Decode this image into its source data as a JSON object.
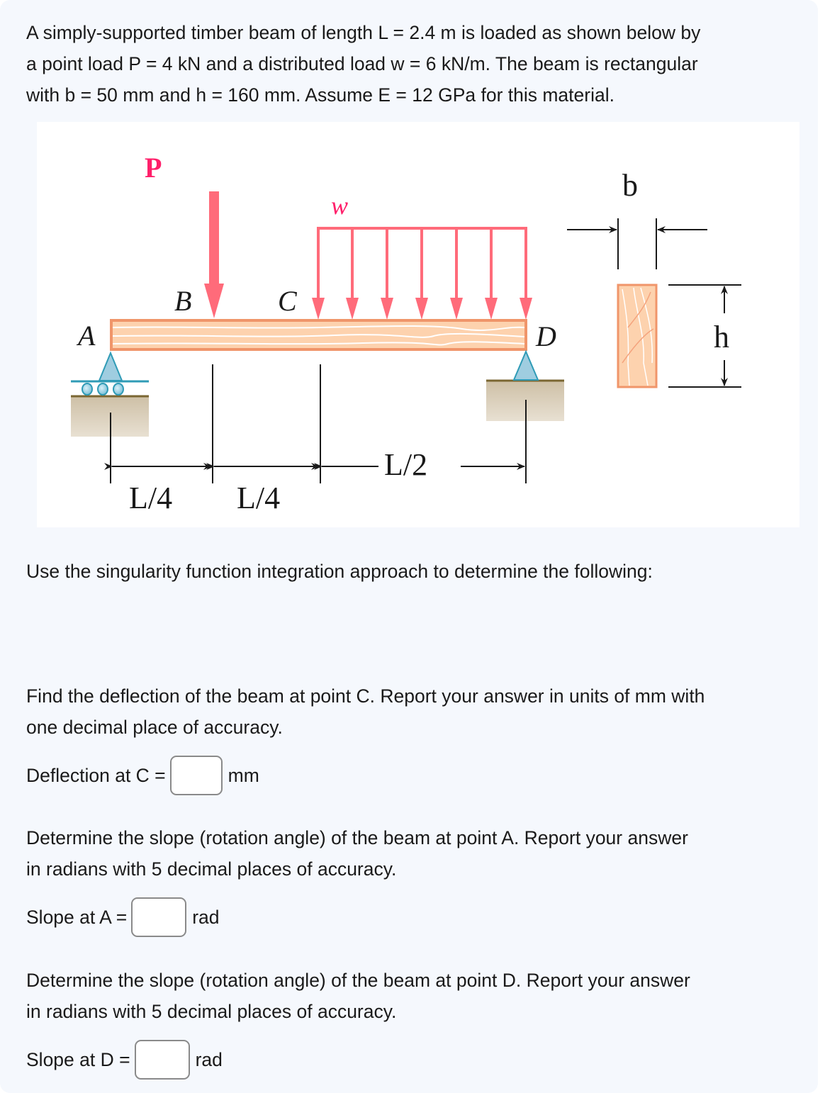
{
  "problem": {
    "intro_lines": [
      "A simply-supported timber beam of length L = 2.4 m is loaded as shown below by",
      "a point load P = 4 kN and a distributed load w = 6 kN/m. The beam is rectangular",
      "with b = 50 mm and h = 160 mm. Assume E = 12 GPa for this material."
    ],
    "instruction": "Use the singularity function integration approach to determine the following:"
  },
  "figure": {
    "labels": {
      "P": "P",
      "w": "w",
      "A": "A",
      "B": "B",
      "C": "C",
      "D": "D",
      "b": "b",
      "h": "h",
      "dim_AB": "L/4",
      "dim_BC": "L/4",
      "dim_CD": "L/2"
    },
    "colors": {
      "load": "#ff6b7a",
      "load_label": "#ff1f6a",
      "wood_fill": "#fdd2ae",
      "wood_edge": "#f0956a",
      "support_fill": "#9fcde0",
      "support_edge": "#2f9bb6",
      "ground": "#d2c7b2",
      "ground_edge": "#7a6632"
    }
  },
  "questions": [
    {
      "lines": [
        "Find the deflection of the beam at point C. Report your answer in units of mm with",
        "one decimal place of accuracy."
      ],
      "answer_label": "Deflection at C =",
      "answer_value": "",
      "unit": "mm"
    },
    {
      "lines": [
        "Determine the slope (rotation angle) of the beam at point A. Report your answer",
        "in radians with 5 decimal places of accuracy."
      ],
      "answer_label": "Slope at A =",
      "answer_value": "",
      "unit": "rad"
    },
    {
      "lines": [
        "Determine the slope (rotation angle) of the beam at point D. Report your answer",
        "in radians with 5 decimal places of accuracy."
      ],
      "answer_label": "Slope at D =",
      "answer_value": "",
      "unit": "rad"
    }
  ]
}
